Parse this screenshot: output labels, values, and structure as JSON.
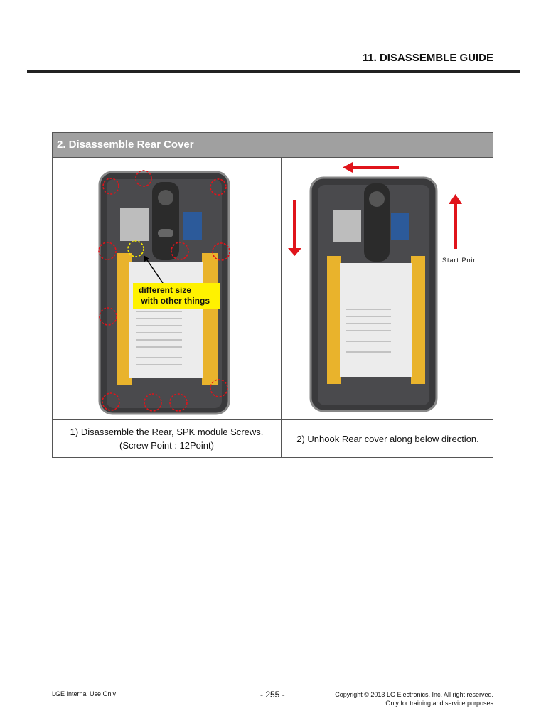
{
  "header": {
    "section_title": "11. DISASSEMBLE GUIDE"
  },
  "table": {
    "title": "2. Disassemble Rear Cover",
    "callout_line1": "different size",
    "callout_line2": "with other things",
    "start_point_label": "Start Point",
    "steps": [
      {
        "line1": "1) Disassemble the Rear, SPK module Screws.",
        "line2": "(Screw Point : 12Point)"
      },
      {
        "line1": "2) Unhook Rear cover along below direction."
      }
    ]
  },
  "footer": {
    "left": "LGE Internal Use Only",
    "page": "- 255 -",
    "copyright": "Copyright © 2013 LG Electronics. Inc. All right reserved.",
    "note": "Only for training and service purposes"
  },
  "colors": {
    "marker": "#e0141b",
    "callout": "#fff200",
    "header_bg": "#a0a0a0"
  }
}
